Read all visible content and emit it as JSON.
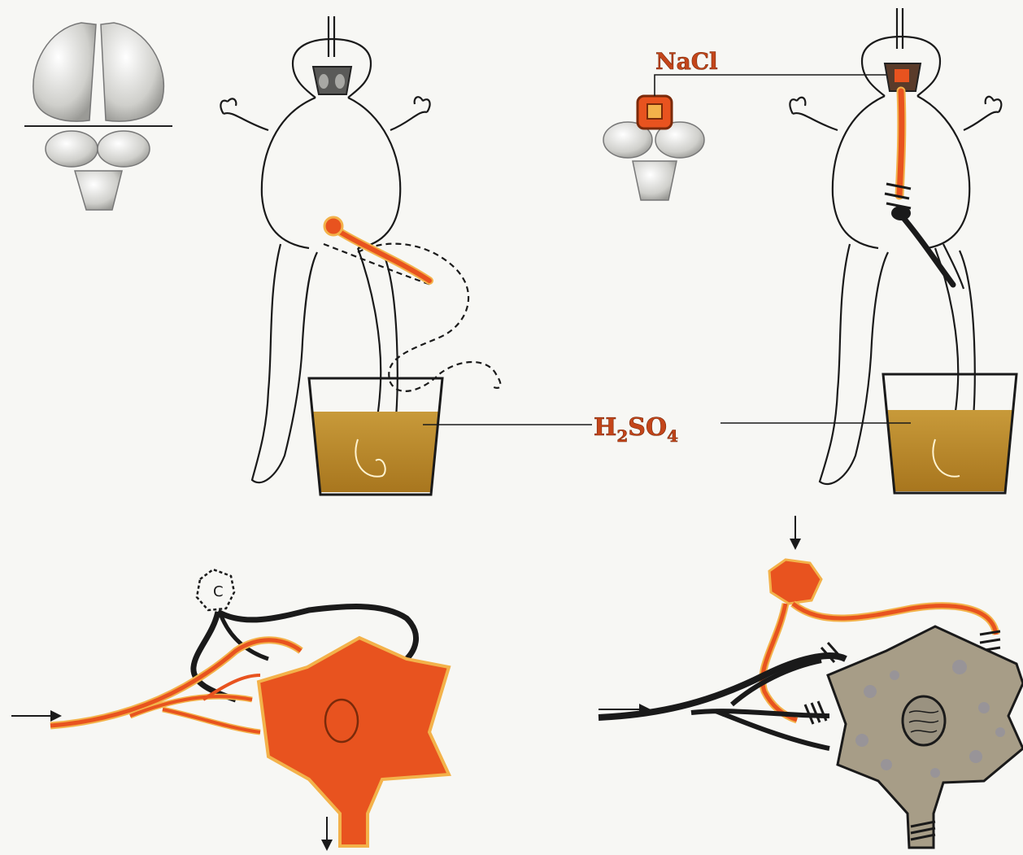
{
  "labels": {
    "nacl": "NaCl",
    "acid_main": "H",
    "acid_sub1": "2",
    "acid_mid": "SO",
    "acid_sub2": "4"
  },
  "colors": {
    "background": "#f7f7f4",
    "outline": "#1a1a1a",
    "excited": "#e8531f",
    "excited_edge": "#f3b24a",
    "inhibited_cell": "#a79d87",
    "acid": "#b8862a",
    "brain": "#d9d9d6"
  }
}
